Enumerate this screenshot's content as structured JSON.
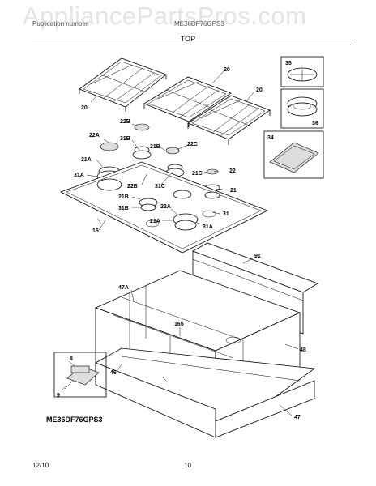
{
  "watermark": "AppliancePartsPros.com",
  "header": {
    "left_text": "Publication number",
    "right_text": "ME36DF76GPS3",
    "section_title": "TOP"
  },
  "callouts": {
    "c20a": "20",
    "c20b": "20",
    "c20c": "20",
    "c22b": "22B",
    "c31b_top": "31B",
    "c21b_top": "21B",
    "c22c": "22C",
    "c22a_top": "22A",
    "c21a_top": "21A",
    "c31a_top": "31A",
    "c21c": "21C",
    "c22": "22",
    "c31c": "31C",
    "c21": "21",
    "c22b_low": "22B",
    "c21b_low": "21B",
    "c31b_low": "31B",
    "c22a_low": "22A",
    "c21a_low": "21A",
    "c31": "31",
    "c31a_low": "31A",
    "c16": "16",
    "c35": "35",
    "c36": "36",
    "c34": "34",
    "c91": "91",
    "c47a": "47A",
    "c165": "165",
    "c48": "48",
    "c8": "8",
    "c9": "9",
    "c46": "46",
    "c47": "47"
  },
  "footer": {
    "model": "ME36DF76GPS3",
    "date": "12/10",
    "page_number": "10"
  }
}
